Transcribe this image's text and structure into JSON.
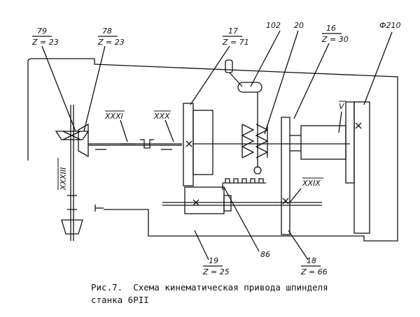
{
  "labels": {
    "l79": "79",
    "z23a": "Z = 23",
    "l78": "78",
    "z23b": "Z = 23",
    "l17": "17",
    "z71": "Z = 71",
    "l102": "102",
    "l20": "20",
    "l16": "16",
    "z30": "Z = 30",
    "lphi": "Ф210",
    "lxxxi": "XXXI",
    "lxxx": "XXX",
    "lv": "V",
    "lxxxiii": "XXXIII",
    "lxxix": "XXIX",
    "l19": "19",
    "z25": "Z = 25",
    "l86": "86",
    "l18": "18",
    "z66": "Z = 66"
  },
  "caption": {
    "line1": "Рис.7.  Схема кинематическая привода шпинделя",
    "line2": "станка 6РII"
  }
}
